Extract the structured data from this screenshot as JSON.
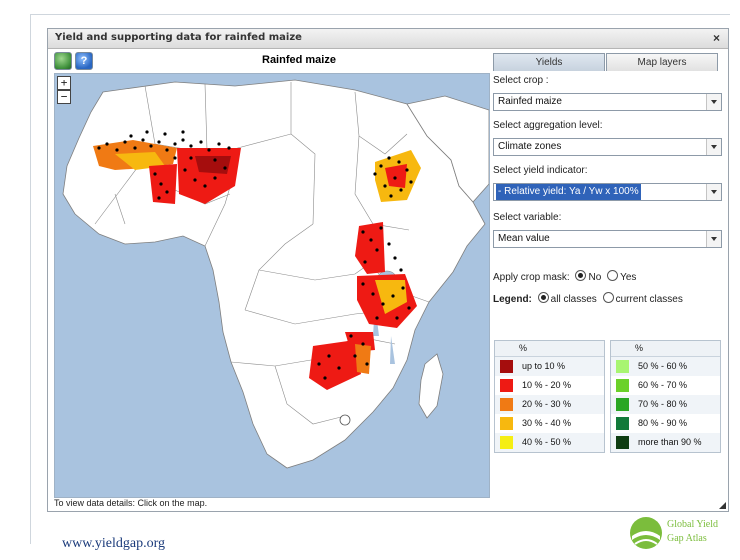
{
  "window": {
    "title": "Yield and supporting data for rainfed maize",
    "close": "×"
  },
  "toolbar": {
    "help_glyph": "?",
    "map_title": "Rainfed maize"
  },
  "map": {
    "zoom_in": "+",
    "zoom_out": "−",
    "status": "To view data details: Click on the map."
  },
  "tabs": [
    {
      "label": "Yields"
    },
    {
      "label": "Map layers"
    }
  ],
  "controls": {
    "crop_label": "Select crop :",
    "crop_value": "Rainfed maize",
    "aggregation_label": "Select aggregation level:",
    "aggregation_value": "Climate zones",
    "indicator_label": "Select yield indicator:",
    "indicator_value": "- Relative yield: Ya / Yw x 100%",
    "variable_label": "Select variable:",
    "variable_value": "Mean value",
    "mask_label": "Apply crop mask:",
    "mask_no": "No",
    "mask_yes": "Yes",
    "legend_label": "Legend:",
    "legend_all": "all classes",
    "legend_current": "current classes"
  },
  "legend": {
    "header": "%",
    "left": [
      {
        "label": "up to 10 %",
        "color": "#a50d0d"
      },
      {
        "label": "10 % - 20 %",
        "color": "#ee1a14"
      },
      {
        "label": "20 % - 30 %",
        "color": "#f07a14"
      },
      {
        "label": "30 % - 40 %",
        "color": "#f7b80f"
      },
      {
        "label": "40 % - 50 %",
        "color": "#f5ee12"
      }
    ],
    "right": [
      {
        "label": "50 % - 60 %",
        "color": "#a8f571"
      },
      {
        "label": "60 % - 70 %",
        "color": "#6bd12a"
      },
      {
        "label": "70 % - 80 %",
        "color": "#2aa624"
      },
      {
        "label": "80 % - 90 %",
        "color": "#127a3a"
      },
      {
        "label": "more than 90 %",
        "color": "#0f3d12"
      }
    ]
  },
  "footer": {
    "url": "www.yieldgap.org",
    "logo_line1": "Global Yield",
    "logo_line2": "Gap Atlas"
  }
}
